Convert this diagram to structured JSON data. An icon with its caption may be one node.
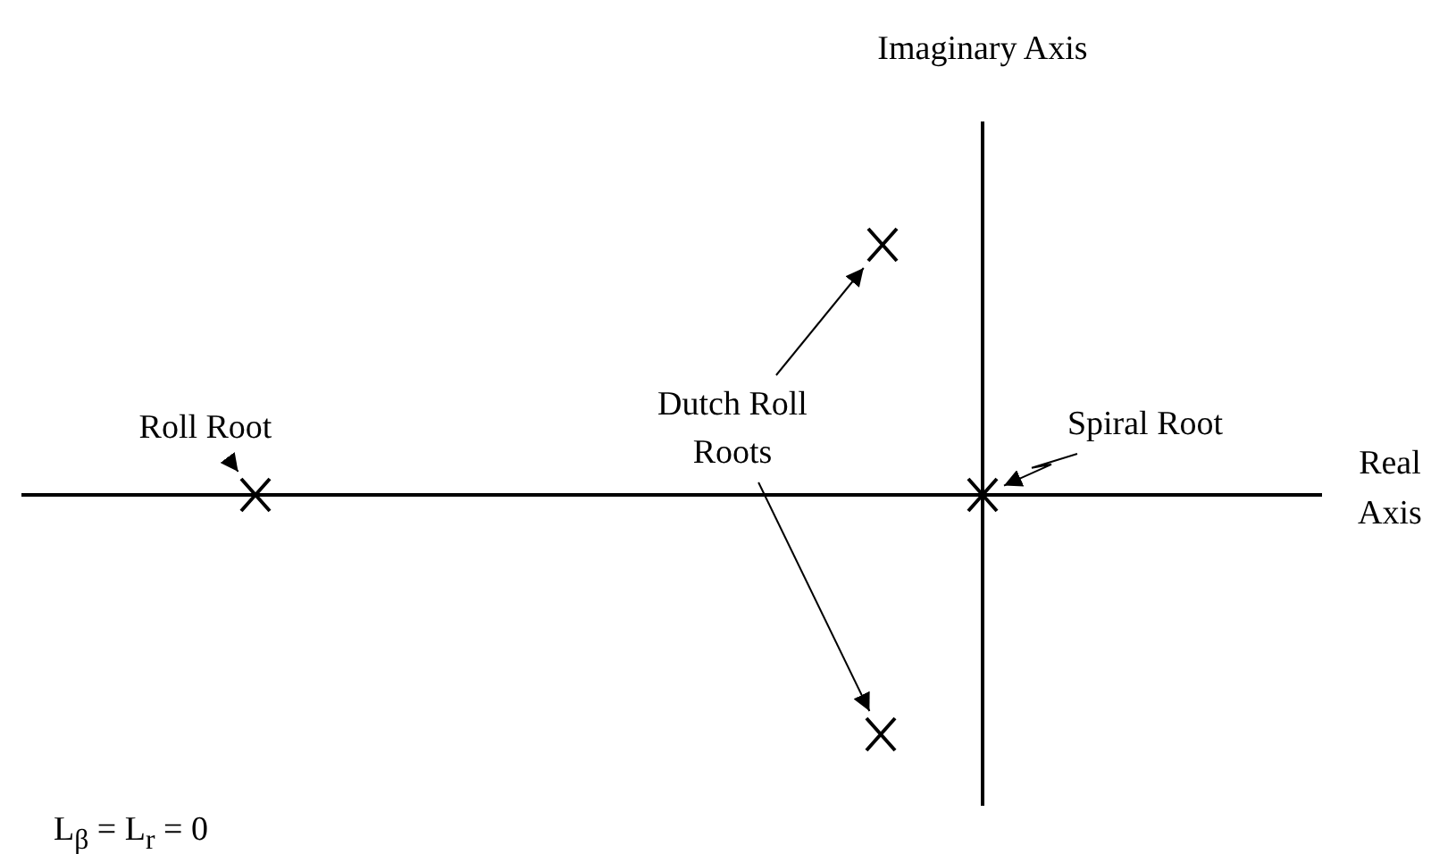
{
  "diagram": {
    "nodes": [
      {
        "text": [
          "Roll Root"
        ]
      },
      {
        "text": [],
        "shape": "cross"
      },
      {
        "text": [
          "Dutch Roll Roots"
        ]
      },
      {
        "text": [],
        "shape": "cross"
      },
      {
        "text": [],
        "shape": "cross"
      },
      {
        "text": [
          "Spiral Root"
        ]
      },
      {
        "text": [],
        "shape": "cross"
      }
    ],
    "edges": [
      {
        "from": 0,
        "to": 1,
        "arrow": "to"
      },
      {
        "from": 2,
        "to": 3,
        "arrow": "to"
      },
      {
        "from": 2,
        "to": 4,
        "arrow": "to"
      },
      {
        "from": 5,
        "to": 6,
        "arrow": "to"
      }
    ],
    "labels": [
      "Imaginary Axis",
      "Real Axis",
      "L$_{β}$ = L$_{r}$ = 0"
    ]
  }
}
